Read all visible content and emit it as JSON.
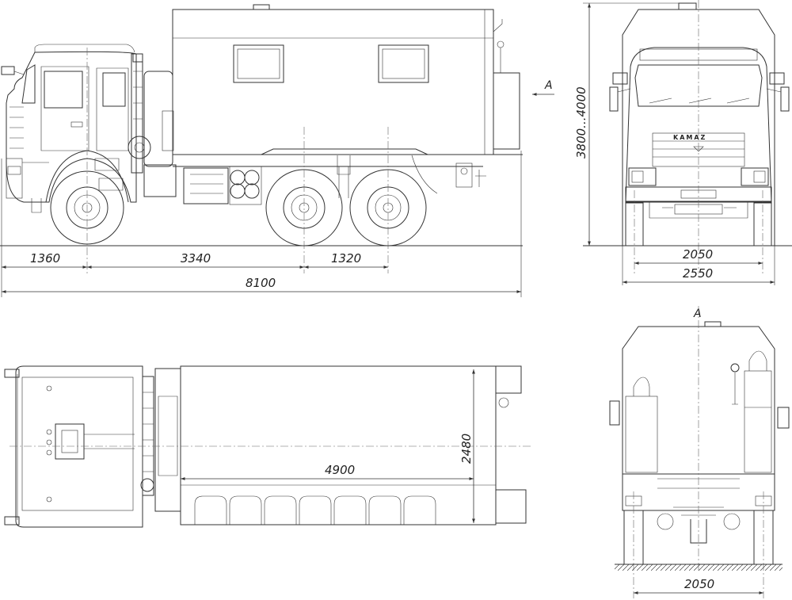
{
  "side_view": {
    "dims": {
      "front_overhang": "1360",
      "wheelbase": "3340",
      "bogie_spacing": "1320",
      "overall_length": "8100"
    },
    "view_arrow_label": "A"
  },
  "front_view": {
    "dims": {
      "height": "3800...4000",
      "track": "2050",
      "overall_width": "2550"
    },
    "brand_badge": "KAMAZ"
  },
  "top_view": {
    "dims": {
      "body_length": "4900",
      "body_width": "2480"
    }
  },
  "rear_view": {
    "title": "A",
    "dims": {
      "track": "2050"
    }
  }
}
